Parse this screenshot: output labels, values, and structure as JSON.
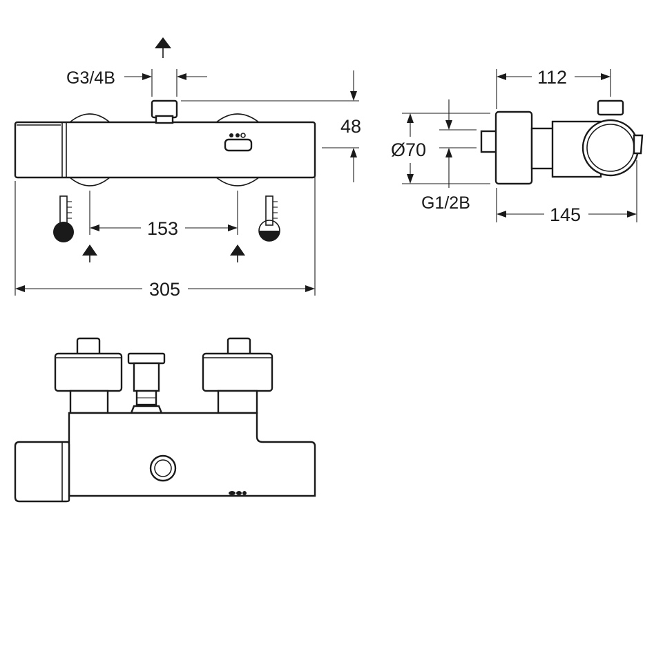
{
  "dimensions": {
    "total_width": "305",
    "inlet_spacing": "153",
    "body_height": "48",
    "side_depth_top": "112",
    "side_depth_bottom": "145",
    "body_diameter": "Ø70"
  },
  "threads": {
    "outlet_thread": "G3/4B",
    "inlet_thread": "G1/2B"
  },
  "icons": {
    "cold_indicator": "thermometer-cold-icon",
    "hot_indicator": "thermometer-hot-icon",
    "flow_arrow": "arrow-up-icon",
    "eco_marker": "eco-button-icon"
  }
}
